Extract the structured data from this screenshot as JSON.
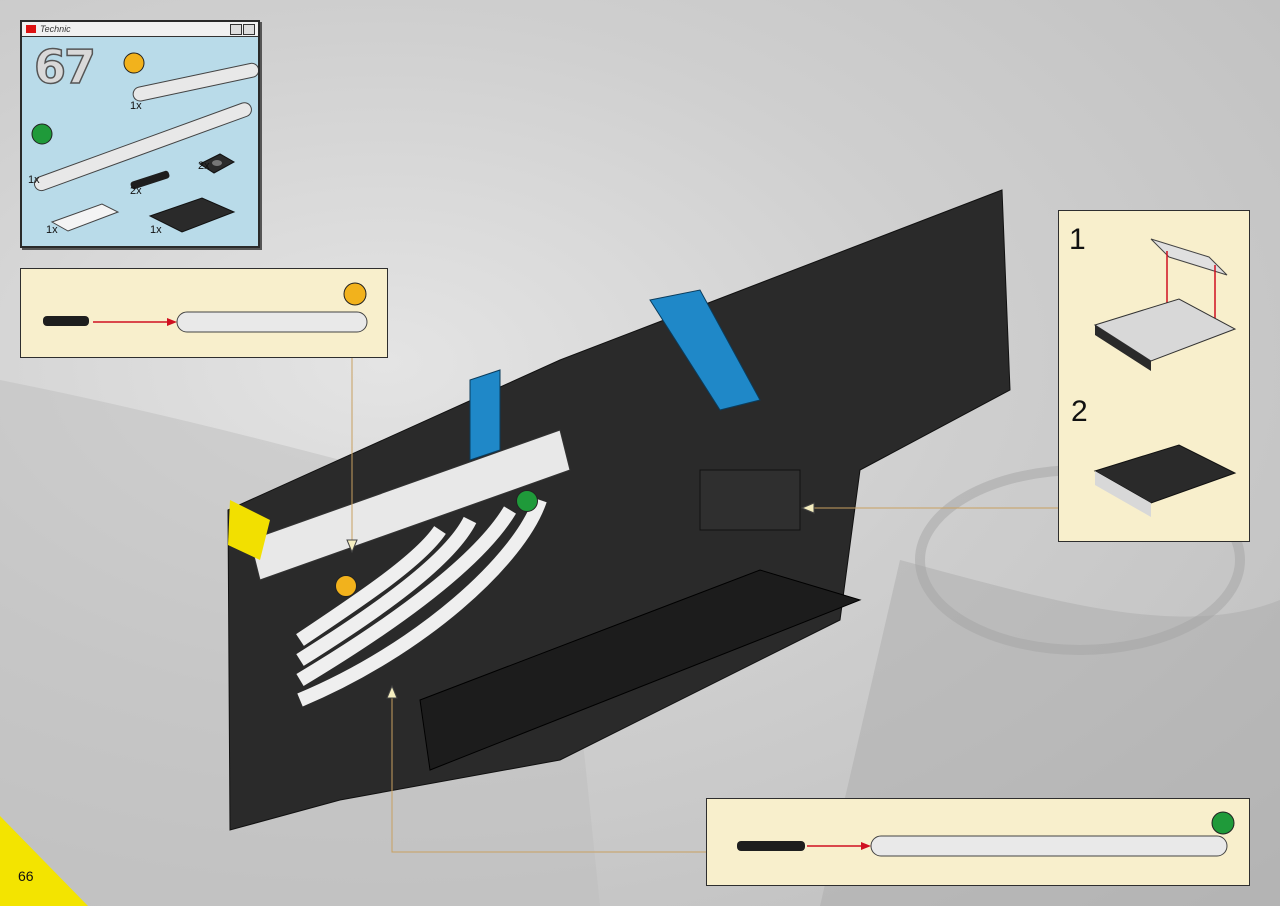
{
  "page": {
    "number": "66"
  },
  "step_window": {
    "brand": "Technic",
    "step_number": "67",
    "parts": [
      {
        "name": "flex-tube-short",
        "qty": "1x",
        "marker": "yellow"
      },
      {
        "name": "flex-tube-long",
        "qty": "1x",
        "marker": "green"
      },
      {
        "name": "pin-connector",
        "qty": "2x"
      },
      {
        "name": "plate-with-hole",
        "qty": "2x"
      },
      {
        "name": "gear-rack",
        "qty": "1x"
      },
      {
        "name": "plate-4x4",
        "qty": "1x"
      }
    ]
  },
  "substeps": [
    {
      "number": "1"
    },
    {
      "number": "2"
    }
  ],
  "colors": {
    "marker_yellow": "#f2b21c",
    "marker_green": "#1f9a3a",
    "callout_bg": "#f8efcc",
    "step_bg": "#b9dbe9",
    "arrow_red": "#d01020",
    "corner_yellow": "#f3e400"
  }
}
